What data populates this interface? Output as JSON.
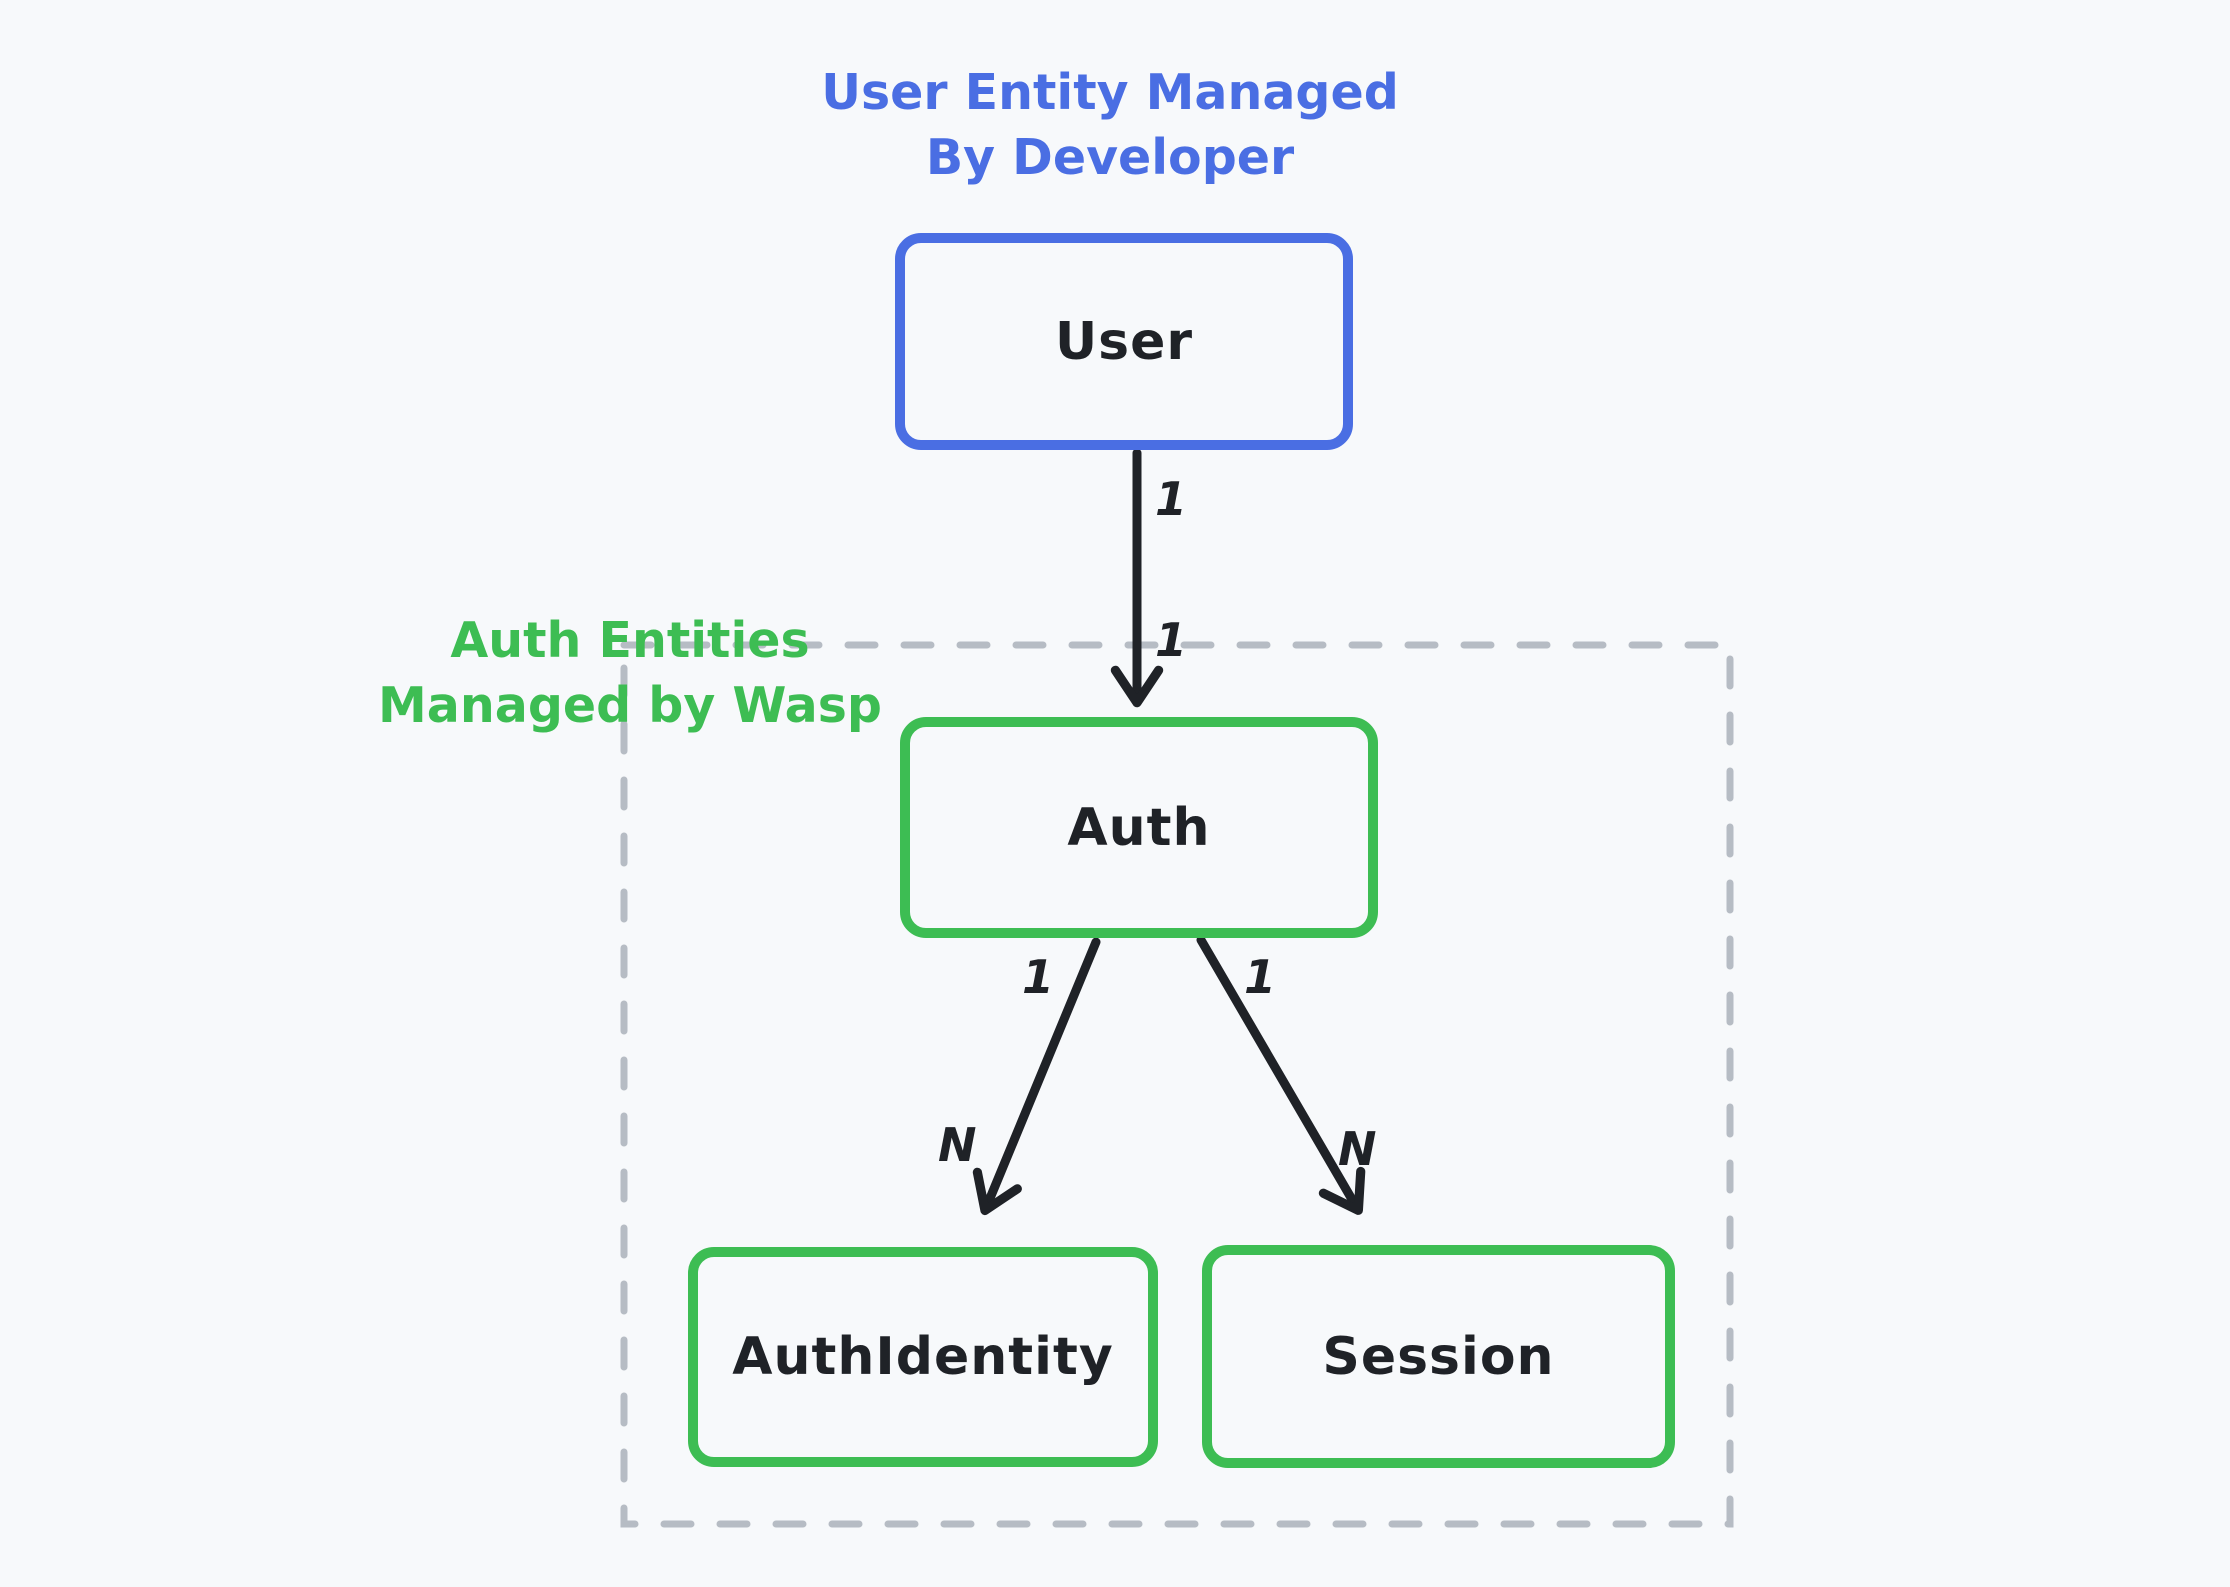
{
  "canvas": {
    "background_color": "#f7f9fb"
  },
  "colors": {
    "user_entity_accent": "#4a6ee3",
    "wasp_entity_accent": "#3dbd53",
    "arrow_and_text": "#1f2227",
    "boundary_dash": "#b6bcc4"
  },
  "annotations": {
    "user_section": {
      "line1": "User Entity Managed",
      "line2": "By Developer"
    },
    "wasp_section": {
      "line1": "Auth Entities",
      "line2": "Managed by Wasp"
    }
  },
  "entities": {
    "user": {
      "label": "User"
    },
    "auth": {
      "label": "Auth"
    },
    "auth_identity": {
      "label": "AuthIdentity"
    },
    "session": {
      "label": "Session"
    }
  },
  "relations": {
    "user_to_auth": {
      "source_cardinality": "1",
      "target_cardinality": "1"
    },
    "auth_to_auth_identity": {
      "source_cardinality": "1",
      "target_cardinality": "N"
    },
    "auth_to_session": {
      "source_cardinality": "1",
      "target_cardinality": "N"
    }
  }
}
